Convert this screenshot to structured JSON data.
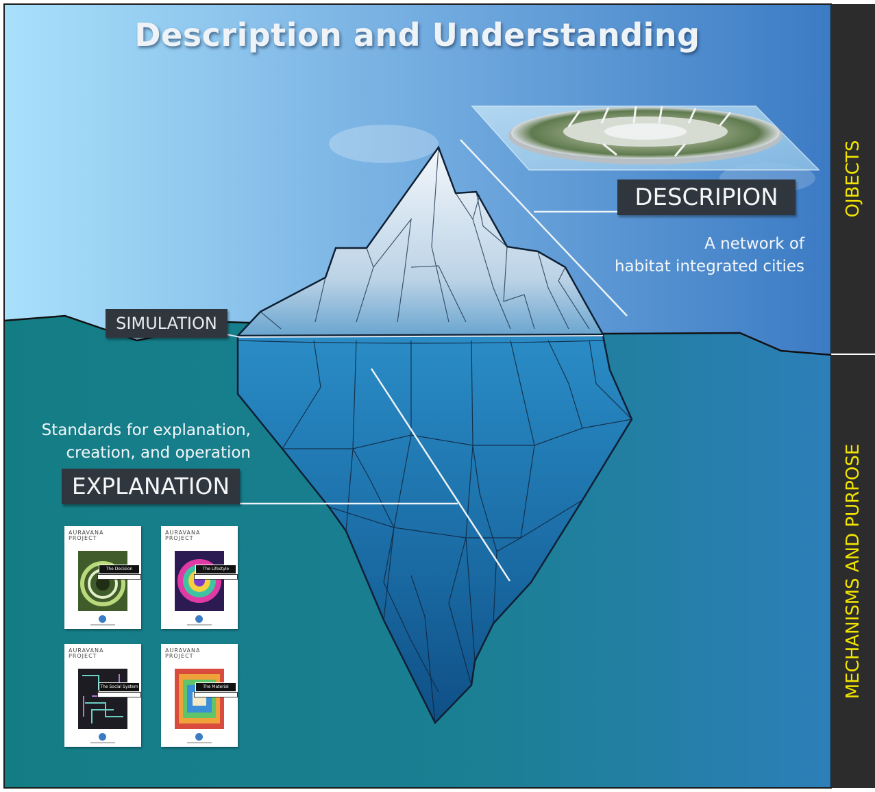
{
  "title": "Description and Understanding",
  "labels": {
    "description": "DESCRIPION",
    "simulation": "SIMULATION",
    "explanation": "EXPLANATION"
  },
  "notes": {
    "description_line1": "A network of",
    "description_line2": "habitat integrated cities",
    "explanation_line1": "Standards for explanation,",
    "explanation_line2": "creation, and operation"
  },
  "side_labels": {
    "top": "OJBECTS",
    "bottom": "MECHANISMS AND PURPOSE"
  },
  "book_covers": [
    {
      "brand": "AURAVANA\nPROJECT",
      "tag": "The Decision System",
      "art": "spiral-art"
    },
    {
      "brand": "AURAVANA\nPROJECT",
      "tag": "The Lifestyle System",
      "art": "mandala-art"
    },
    {
      "brand": "AURAVANA\nPROJECT",
      "tag": "The Social System",
      "art": "circuit-art"
    },
    {
      "brand": "AURAVANA\nPROJECT",
      "tag": "The Material System",
      "art": "rainbow-art"
    }
  ],
  "colors": {
    "sky_left": "#a8defa",
    "sky_right": "#3f7fc6",
    "water": "#1a8189",
    "label_box": "#2f363d",
    "side_bar": "#2c2c2c",
    "side_text": "#f2e400",
    "ice_top": "#e6eef6",
    "ice_below": "#1e6ea8"
  }
}
